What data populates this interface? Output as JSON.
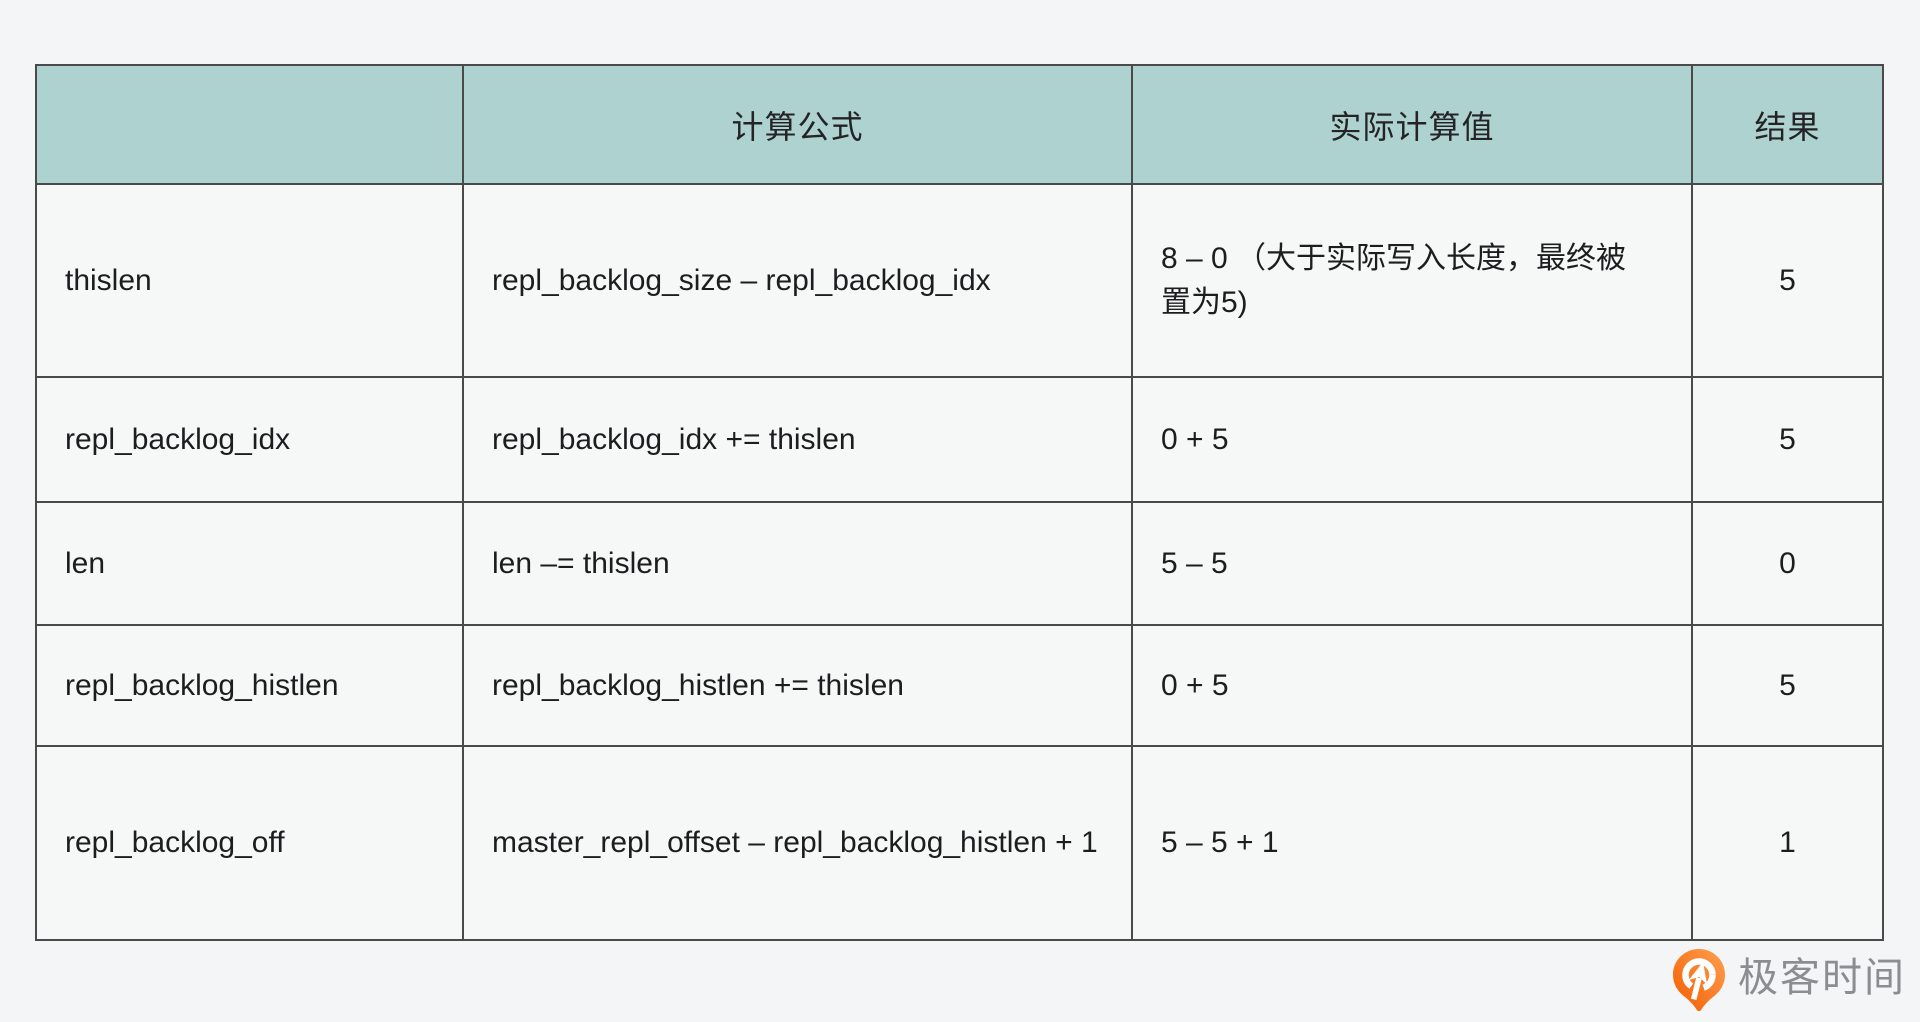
{
  "table": {
    "headers": [
      "",
      "计算公式",
      "实际计算值",
      "结果"
    ],
    "rows": [
      {
        "variable": "thislen",
        "formula": "repl_backlog_size – repl_backlog_idx",
        "actual": "8 – 0 （大于实际写入长度，最终被置为5)",
        "result": "5"
      },
      {
        "variable": "repl_backlog_idx",
        "formula": "repl_backlog_idx += thislen",
        "actual": "0 + 5",
        "result": "5"
      },
      {
        "variable": "len",
        "formula": "len –= thislen",
        "actual": "5 – 5",
        "result": "0"
      },
      {
        "variable": "repl_backlog_histlen",
        "formula": "repl_backlog_histlen += thislen",
        "actual": "0 + 5",
        "result": "5"
      },
      {
        "variable": "repl_backlog_off",
        "formula": "master_repl_offset – repl_backlog_histlen + 1",
        "actual": "5 – 5 + 1",
        "result": "1"
      }
    ],
    "header_bg_color": "#aed2cf",
    "border_color": "#4a4a4a"
  },
  "branding": {
    "logo_text": "极客时间",
    "logo_text_color": "#8b8d91",
    "logo_orange_dark": "#f25c00",
    "logo_orange_light": "#ffa050",
    "logo_icon": "geektime-pin-icon"
  }
}
